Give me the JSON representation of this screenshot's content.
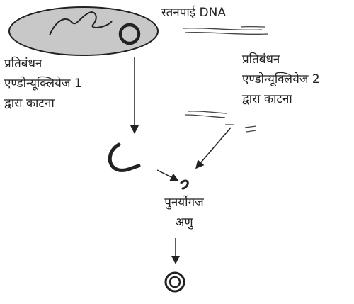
{
  "labels": {
    "mammalian_dna": "स्तनपाई DNA",
    "enzyme1_line1": "प्रतिबंधन",
    "enzyme1_line2": "एण्डोन्यूक्लियेज 1",
    "enzyme1_line3": "द्वारा काटना",
    "enzyme2_line1": "प्रतिबंधन",
    "enzyme2_line2": "एण्डोन्यूक्लियेज 2",
    "enzyme2_line3": "द्वारा काटना",
    "recombinant_line1": "पुनर्योगज",
    "recombinant_line2": "अणु"
  },
  "colors": {
    "ink": "#222222",
    "cell_fill": "#c8c8c8"
  }
}
